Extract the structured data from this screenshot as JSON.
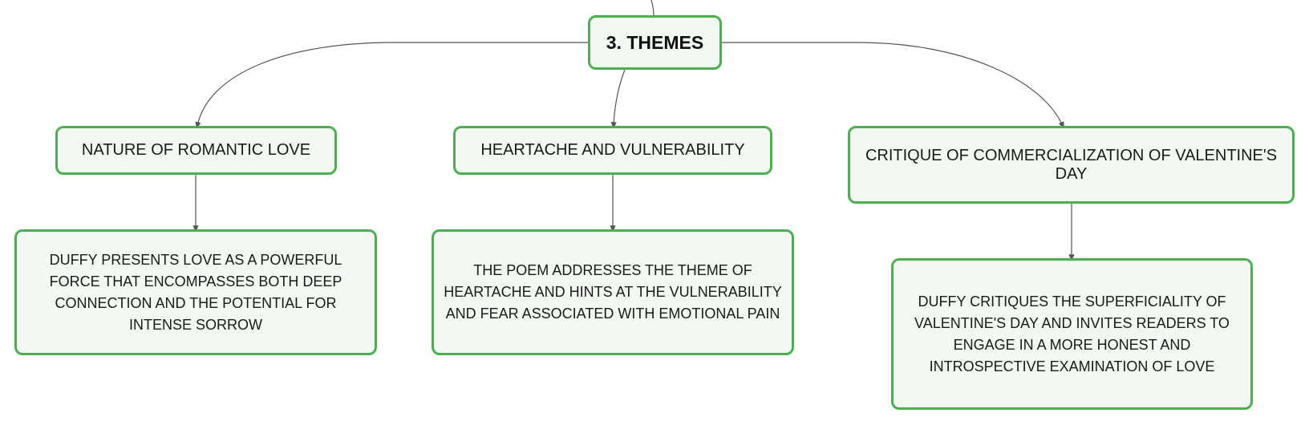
{
  "diagram": {
    "root": {
      "label": "3. THEMES"
    },
    "topics": [
      {
        "label": "NATURE OF ROMANTIC LOVE",
        "detail": "DUFFY PRESENTS LOVE AS A POWERFUL FORCE THAT ENCOMPASSES BOTH DEEP CONNECTION AND THE POTENTIAL FOR INTENSE SORROW"
      },
      {
        "label": "HEARTACHE AND VULNERABILITY",
        "detail": "THE POEM ADDRESSES THE THEME OF HEARTACHE AND HINTS AT THE VULNERABILITY AND FEAR ASSOCIATED WITH EMOTIONAL PAIN"
      },
      {
        "label": "CRITIQUE OF COMMERCIALIZATION OF VALENTINE'S DAY",
        "detail": "DUFFY CRITIQUES THE SUPERFICIALITY OF VALENTINE'S DAY AND INVITES READERS TO ENGAGE IN A MORE HONEST AND INTROSPECTIVE EXAMINATION OF LOVE"
      }
    ]
  },
  "colors": {
    "node_border": "#4caf50",
    "node_fill": "#f1f9f2",
    "connector": "#555555"
  }
}
